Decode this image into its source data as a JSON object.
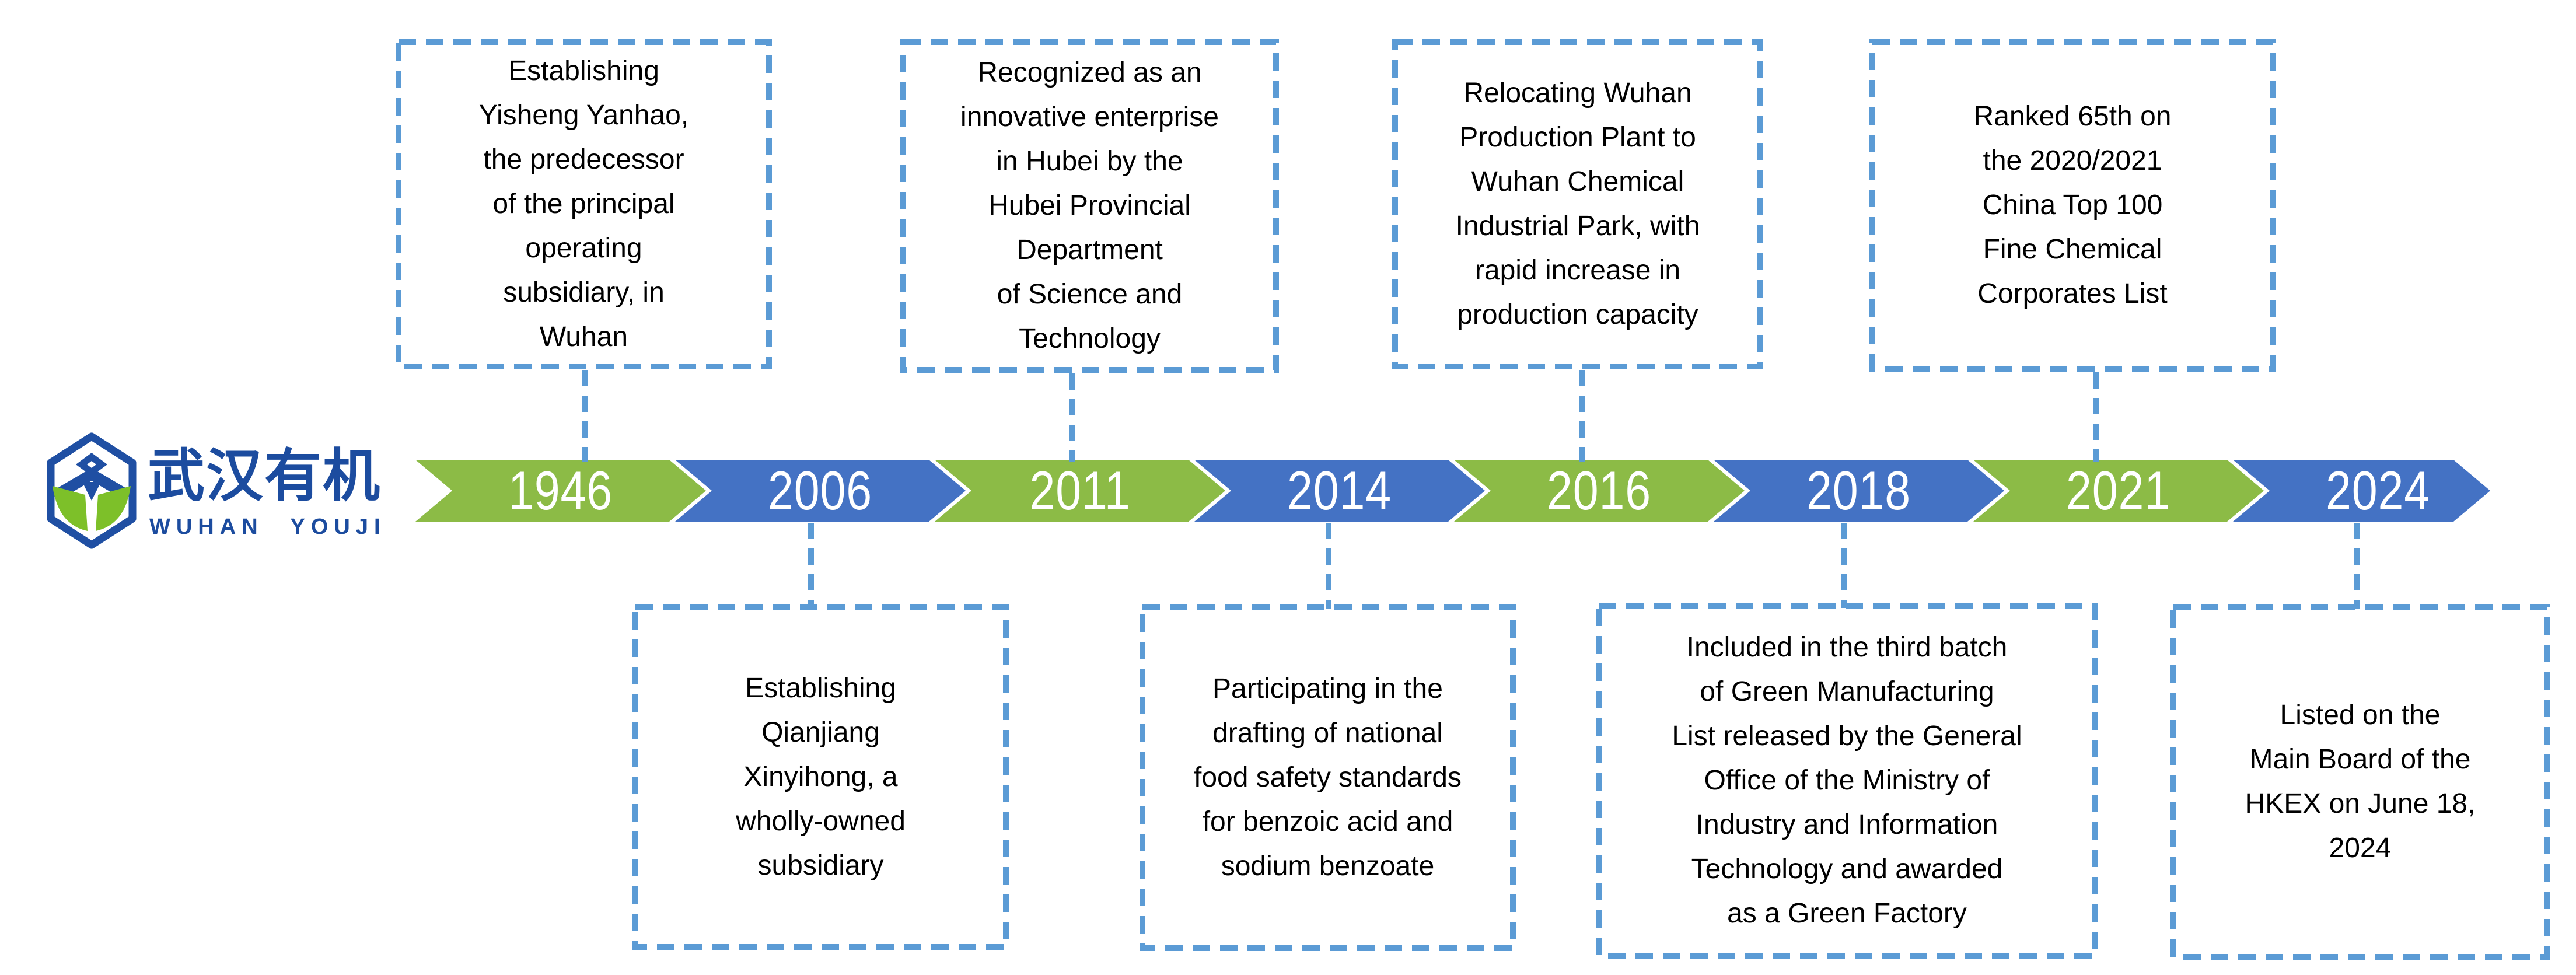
{
  "page": {
    "background": "#FFFFFF",
    "description": "Wuhan Youji company history timeline infographic"
  },
  "logo": {
    "name_zh": "武汉有机",
    "name_en": "WUHAN YOUJI",
    "brand_blue": "#1C4C9F",
    "brand_green": "#7DC029"
  },
  "timeline": {
    "arrow_green": "#8CBB46",
    "arrow_blue": "#4472C4",
    "connector_color": "#5B9BD5",
    "segments": [
      {
        "year": "1946",
        "color": "green"
      },
      {
        "year": "2006",
        "color": "blue"
      },
      {
        "year": "2011",
        "color": "green"
      },
      {
        "year": "2014",
        "color": "blue"
      },
      {
        "year": "2016",
        "color": "green"
      },
      {
        "year": "2018",
        "color": "blue"
      },
      {
        "year": "2021",
        "color": "green"
      },
      {
        "year": "2024",
        "color": "blue"
      }
    ]
  },
  "milestones": [
    {
      "year": "1946",
      "position": "above",
      "text": "Establishing\nYisheng Yanhao,\nthe predecessor\nof the principal\noperating\nsubsidiary, in\nWuhan"
    },
    {
      "year": "2006",
      "position": "below",
      "text": "Establishing\nQianjiang\nXinyihong, a\nwholly-owned\nsubsidiary"
    },
    {
      "year": "2011",
      "position": "above",
      "text": "Recognized as an\ninnovative enterprise\nin Hubei by the\nHubei Provincial\nDepartment\nof Science and\nTechnology"
    },
    {
      "year": "2014",
      "position": "below",
      "text": "Participating in the\ndrafting of national\nfood safety standards\nfor benzoic acid and\nsodium benzoate"
    },
    {
      "year": "2016",
      "position": "above",
      "text": "Relocating Wuhan\nProduction Plant to\nWuhan Chemical\nIndustrial Park, with\nrapid increase in\nproduction capacity"
    },
    {
      "year": "2018",
      "position": "below",
      "text": "Included in the third batch\nof Green Manufacturing\nList released by the General\nOffice of the Ministry of\nIndustry and Information\nTechnology and awarded\nas a Green Factory"
    },
    {
      "year": "2021",
      "position": "above",
      "text": "Ranked 65th on\nthe 2020/2021\nChina Top 100\nFine Chemical\nCorporates List"
    },
    {
      "year": "2024",
      "position": "below",
      "text": "Listed on the\nMain Board of the\nHKEX on June 18,\n2024"
    }
  ]
}
